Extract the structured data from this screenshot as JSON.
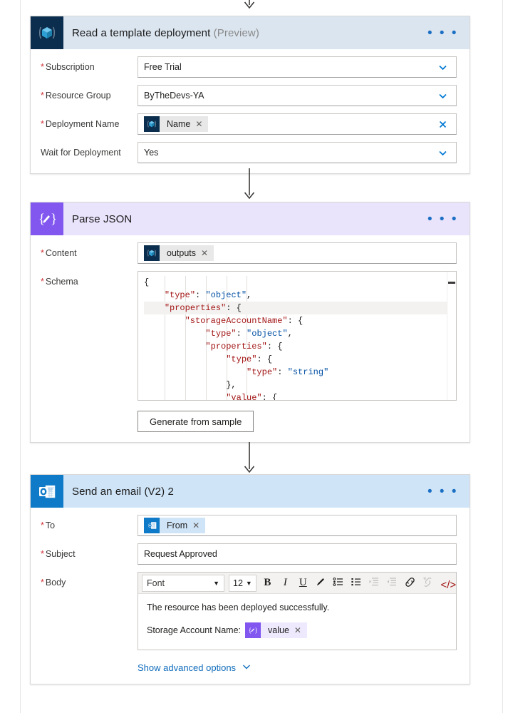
{
  "page": {
    "background": "#ffffff",
    "accent": "#0078d4"
  },
  "connectors": [
    {
      "name": "arrow-to-read-template"
    },
    {
      "name": "arrow-to-parse-json"
    },
    {
      "name": "arrow-to-send-email"
    }
  ],
  "cards": [
    {
      "id": "read-template-deployment",
      "icon": "azure-resource-manager-icon",
      "header_color": "#dbe5ef",
      "icon_color": "#0b2e4f",
      "title": "Read a template deployment",
      "subtitle": "(Preview)",
      "menu": "• • •",
      "fields": [
        {
          "name": "subscription",
          "label": "Subscription",
          "required": true,
          "type": "dropdown",
          "value": "Free Trial"
        },
        {
          "name": "resource-group",
          "label": "Resource Group",
          "required": true,
          "type": "dropdown",
          "value": "ByTheDevs-YA"
        },
        {
          "name": "deployment-name",
          "label": "Deployment Name",
          "required": true,
          "type": "token",
          "token": "Name",
          "token_icon": "azure-resource-manager-icon"
        },
        {
          "name": "wait-for-deployment",
          "label": "Wait for Deployment",
          "required": false,
          "type": "dropdown",
          "value": "Yes"
        }
      ]
    },
    {
      "id": "parse-json",
      "icon": "parse-json-icon",
      "header_color": "#e9e3fb",
      "icon_color": "#8157f0",
      "title": "Parse JSON",
      "subtitle": "",
      "menu": "• • •",
      "content_label": "Content",
      "content_token": "outputs",
      "schema_label": "Schema",
      "generate_button": "Generate from sample",
      "schema_lines": [
        {
          "indent": 0,
          "parts": [
            {
              "t": "{",
              "c": "p"
            }
          ]
        },
        {
          "indent": 1,
          "parts": [
            {
              "t": "\"type\"",
              "c": "k"
            },
            {
              "t": ": ",
              "c": "p"
            },
            {
              "t": "\"object\"",
              "c": "v"
            },
            {
              "t": ",",
              "c": "p"
            }
          ]
        },
        {
          "indent": 1,
          "highlight": true,
          "parts": [
            {
              "t": "\"properties\"",
              "c": "k"
            },
            {
              "t": ": {",
              "c": "p"
            }
          ]
        },
        {
          "indent": 2,
          "parts": [
            {
              "t": "\"storageAccountName\"",
              "c": "k"
            },
            {
              "t": ": {",
              "c": "p"
            }
          ]
        },
        {
          "indent": 3,
          "parts": [
            {
              "t": "\"type\"",
              "c": "k"
            },
            {
              "t": ": ",
              "c": "p"
            },
            {
              "t": "\"object\"",
              "c": "v"
            },
            {
              "t": ",",
              "c": "p"
            }
          ]
        },
        {
          "indent": 3,
          "parts": [
            {
              "t": "\"properties\"",
              "c": "k"
            },
            {
              "t": ": {",
              "c": "p"
            }
          ]
        },
        {
          "indent": 4,
          "parts": [
            {
              "t": "\"type\"",
              "c": "k"
            },
            {
              "t": ": {",
              "c": "p"
            }
          ]
        },
        {
          "indent": 5,
          "parts": [
            {
              "t": "\"type\"",
              "c": "k"
            },
            {
              "t": ": ",
              "c": "p"
            },
            {
              "t": "\"string\"",
              "c": "v"
            }
          ]
        },
        {
          "indent": 4,
          "parts": [
            {
              "t": "},",
              "c": "p"
            }
          ]
        },
        {
          "indent": 4,
          "parts": [
            {
              "t": "\"value\"",
              "c": "k"
            },
            {
              "t": ": {",
              "c": "p"
            }
          ]
        }
      ]
    },
    {
      "id": "send-an-email",
      "icon": "outlook-icon",
      "header_color": "#cfe4f7",
      "icon_color": "#0f7ac8",
      "title": "Send an email (V2) 2",
      "subtitle": "",
      "menu": "• • •",
      "to_label": "To",
      "to_token": "From",
      "subject_label": "Subject",
      "subject_value": "Request Approved",
      "body_label": "Body",
      "toolbar": {
        "font_value": "Font",
        "size_value": "12",
        "buttons": [
          {
            "name": "bold-button",
            "glyph": "B",
            "style": "b",
            "disabled": false
          },
          {
            "name": "italic-button",
            "glyph": "I",
            "style": "i",
            "disabled": false
          },
          {
            "name": "underline-button",
            "glyph": "U",
            "style": "u",
            "disabled": false
          },
          {
            "name": "text-highlight-pen-icon",
            "glyph": "pen",
            "style": "svg",
            "disabled": false
          },
          {
            "name": "bulleted-list-button",
            "glyph": "bullets",
            "style": "svg",
            "disabled": false
          },
          {
            "name": "numbered-list-button",
            "glyph": "numbers",
            "style": "svg",
            "disabled": false
          },
          {
            "name": "increase-indent-button",
            "glyph": "indent",
            "style": "svg",
            "disabled": true
          },
          {
            "name": "decrease-indent-button",
            "glyph": "outdent",
            "style": "svg",
            "disabled": true
          },
          {
            "name": "insert-link-button",
            "glyph": "link",
            "style": "svg",
            "disabled": false
          },
          {
            "name": "remove-link-button",
            "glyph": "unlink",
            "style": "svg",
            "disabled": true
          },
          {
            "name": "code-view-button",
            "glyph": "</>",
            "style": "code",
            "disabled": false
          }
        ]
      },
      "body_text": "The resource has been deployed successfully.",
      "body_prefix": "Storage Account Name:",
      "body_token": "value",
      "advanced_label": "Show advanced options"
    }
  ]
}
